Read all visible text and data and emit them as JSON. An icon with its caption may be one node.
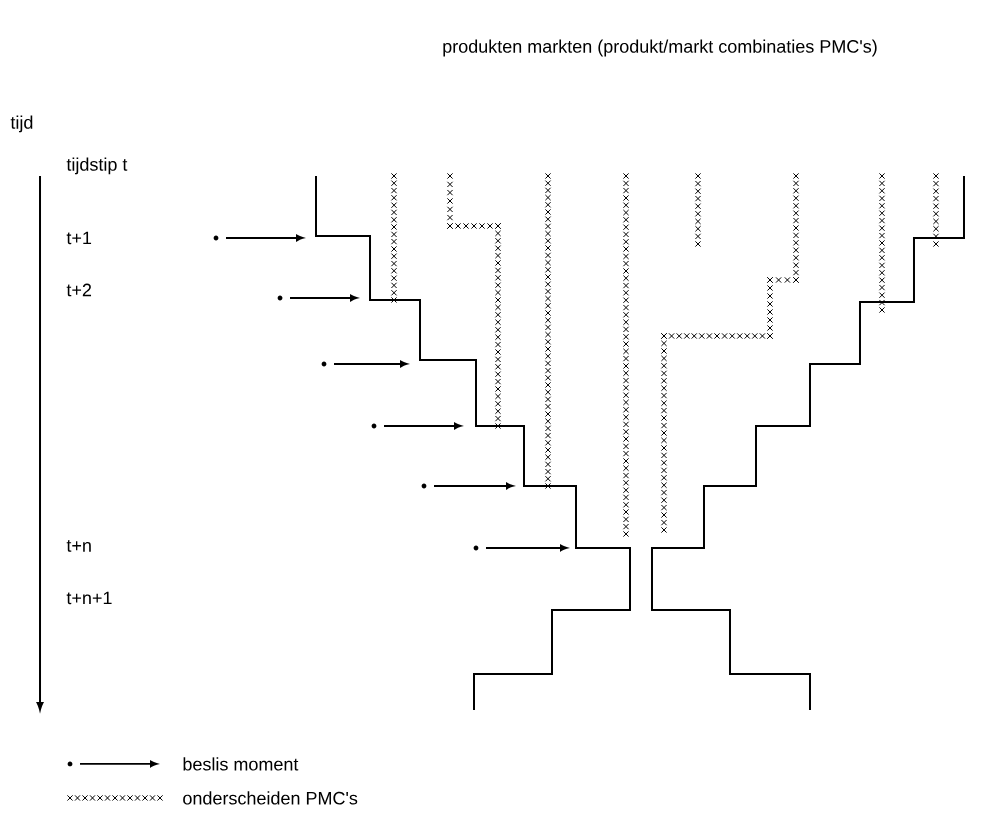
{
  "diagram": {
    "title": "produkten markten (produkt/markt combinaties PMC's)",
    "labels": [
      "tijd",
      "tijdstip  t",
      "t+1",
      "t+2",
      "t+n",
      "t+n+1"
    ],
    "legend": [
      {
        "text": "beslis moment"
      },
      {
        "text": "onderscheiden PMC's"
      }
    ]
  }
}
